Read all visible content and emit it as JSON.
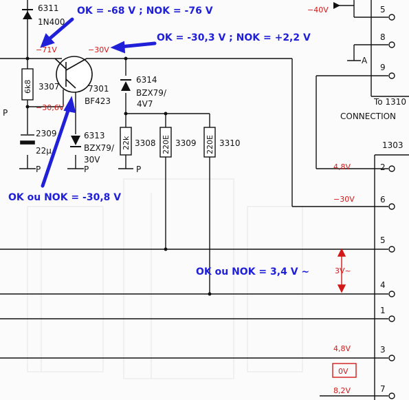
{
  "components": {
    "d6311": {
      "ref": "6311",
      "type": "1N400"
    },
    "r3307": {
      "ref": "3307",
      "value": "6k8"
    },
    "t7301": {
      "ref": "7301",
      "type": "BF423"
    },
    "z6314": {
      "ref": "6314",
      "type": "BZX79/",
      "voltage": "4V7"
    },
    "c2309": {
      "ref": "2309",
      "value": "22µ"
    },
    "z6313": {
      "ref": "6313",
      "type": "BZX79/",
      "voltage": "30V"
    },
    "r3308": {
      "ref": "3308",
      "value": "22k"
    },
    "r3309": {
      "ref": "3309",
      "value": "220E"
    },
    "r3310": {
      "ref": "3310",
      "value": "220E"
    },
    "ground": "P",
    "ground_left": "P",
    "ground_a": "A"
  },
  "connection": {
    "to_label": "To 1310",
    "title": "CONNECTION",
    "connector": "1303"
  },
  "pins": {
    "top": [
      "5",
      "8",
      "9"
    ],
    "right": [
      "2",
      "6",
      "5",
      "4",
      "1",
      "3",
      "7"
    ]
  },
  "voltages": {
    "v_minus71": "−71V",
    "v_minus30_top": "−30V",
    "v_minus30_6": "−30,6V",
    "v_minus40": "−40V",
    "v_48_a": "4,8V",
    "v_minus30_pin6": "−30V",
    "v_3ac": "3V~",
    "v_48_b": "4,8V",
    "v_0": "0V",
    "v_82": "8,2V"
  },
  "annotations": {
    "diode": "OK = -68 V ; NOK = -76 V",
    "collector": "OK = -30,3 V ; NOK = +2,2 V",
    "base": "OK ou NOK = -30,8 V",
    "pin4": "OK ou NOK = 3,4 V ~"
  },
  "colors": {
    "annotation": "#2020d8",
    "voltage": "#d21818",
    "wire": "#111111"
  }
}
